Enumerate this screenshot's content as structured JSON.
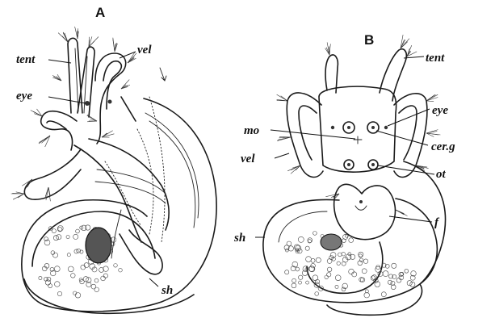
{
  "figure": {
    "panels": [
      {
        "id": "A",
        "letter": "A",
        "labels": {
          "tent": "tent",
          "vel": "vel",
          "eye": "eye",
          "sh": "sh"
        }
      },
      {
        "id": "B",
        "letter": "B",
        "labels": {
          "tent": "tent",
          "eye": "eye",
          "mo": "mo",
          "cerg": "cer.g",
          "vel": "vel",
          "ot": "ot",
          "f": "f",
          "sh": "sh"
        }
      }
    ]
  }
}
